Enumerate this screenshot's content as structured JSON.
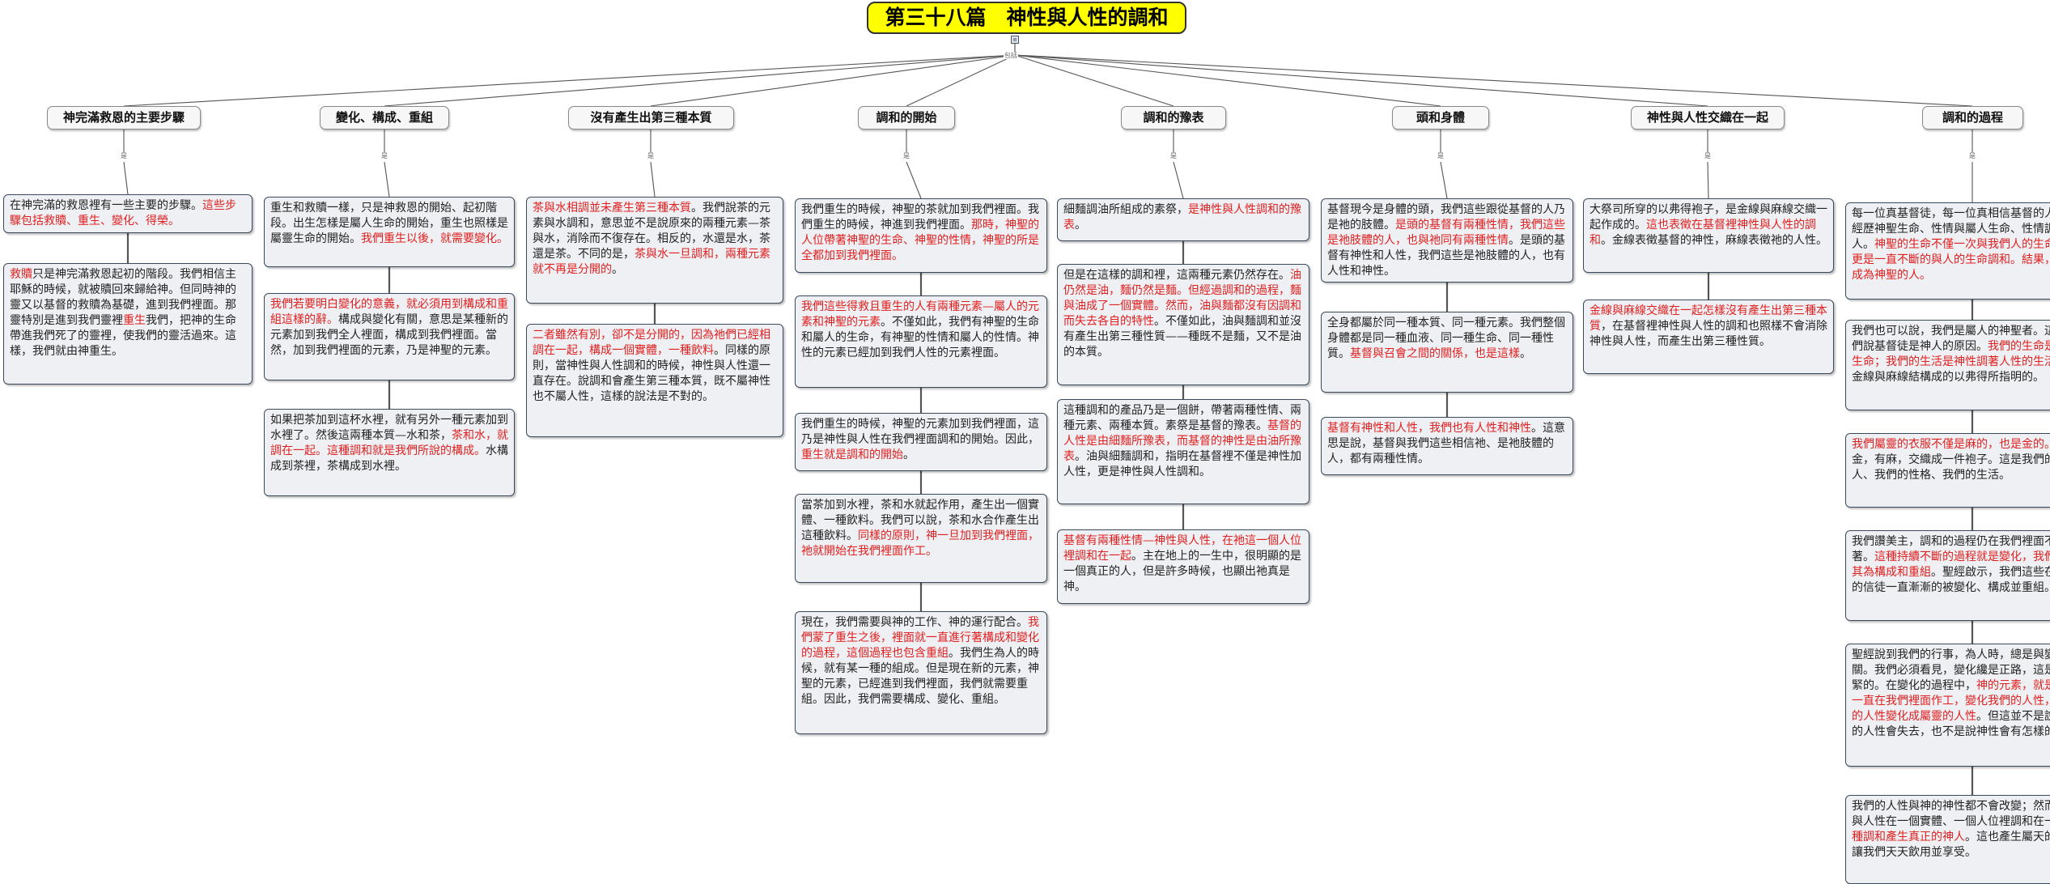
{
  "title": "第三十八篇　神性與人性的調和",
  "root_link_label": "包括",
  "child_link_label": "是",
  "branches": [
    {
      "label": "神完滿救恩的主要步驟",
      "notes": [
        [
          {
            "t": "在神完滿的救恩裡有一些主要的步驟。"
          },
          {
            "t": "這些步驟包括救贖、重生、變化、得榮。",
            "r": true
          }
        ],
        [
          {
            "t": "救贖",
            "r": true
          },
          {
            "t": "只是神完滿救恩起初的階段。我們相信主耶穌的時候，就被贖回來歸給神。但同時神的靈又以基督的救贖為基礎，進到我們裡面。那靈特別是進到我們靈裡"
          },
          {
            "t": "重生",
            "r": true
          },
          {
            "t": "我們，把神的生命帶進我們死了的靈裡，使我們的靈活過來。這樣，我們就由神重生。"
          }
        ]
      ]
    },
    {
      "label": "變化、構成、重組",
      "notes": [
        [
          {
            "t": "重生和救贖一樣，只是神救恩的開始、起初階段。出生怎樣是屬人生命的開始，重生也照樣是屬靈生命的開始。"
          },
          {
            "t": "我們重生以後，就需要變化。",
            "r": true
          }
        ],
        [
          {
            "t": "我們若要明白變化的意義，就必須用到構成和重組這樣的辭。",
            "r": true
          },
          {
            "t": "構成與變化有關，意思是某種新的元素加到我們全人裡面，構成到我們裡面。當然，加到我們裡面的元素，乃是神聖的元素。"
          }
        ],
        [
          {
            "t": "如果把茶加到這杯水裡，就有另外一種元素加到水裡了。然後這兩種本質—水和茶，"
          },
          {
            "t": "茶和水，就調在一起。這種調和就是我們所說的構成。",
            "r": true
          },
          {
            "t": "水構成到茶裡，茶構成到水裡。"
          }
        ]
      ]
    },
    {
      "label": "沒有產生出第三種本質",
      "notes": [
        [
          {
            "t": "茶與水相調並未產生第三種本質",
            "r": true
          },
          {
            "t": "。我們說茶的元素與水調和，意思並不是說原來的兩種元素—茶與水，消除而不復存在。相反的，水還是水，茶還是茶。不同的是，"
          },
          {
            "t": "茶與水一旦調和，兩種元素就不再是分開的",
            "r": true
          },
          {
            "t": "。"
          }
        ],
        [
          {
            "t": "二者雖然有別，卻不是分開的，因為祂們已經相調在一起，構成一個實體，一種飲料",
            "r": true
          },
          {
            "t": "。同樣的原則，當神性與人性調和的時候，神性與人性還一直存在。說調和會產生第三種本質，既不屬神性也不屬人性，這樣的說法是不對的。"
          }
        ]
      ]
    },
    {
      "label": "調和的開始",
      "notes": [
        [
          {
            "t": "我們重生的時候，神聖的茶就加到我們裡面。我們重生的時候，神進到我們裡面。"
          },
          {
            "t": "那時，神聖的人位帶著神聖的生命、神聖的性情，神聖的所是全都加到我們裡面。",
            "r": true
          }
        ],
        [
          {
            "t": "我們這些得救且重生的人有兩種元素—屬人的元素和神聖的元素",
            "r": true
          },
          {
            "t": "。不僅如此，我們有神聖的生命和屬人的生命，有神聖的性情和屬人的性情。神性的元素已經加到我們人性的元素裡面。"
          }
        ],
        [
          {
            "t": "我們重生的時候，神聖的元素加到我們裡面，這乃是神性與人性在我們裡面調和的開始。因此，"
          },
          {
            "t": "重生就是調和的開始",
            "r": true
          },
          {
            "t": "。"
          }
        ],
        [
          {
            "t": "當茶加到水裡，茶和水就起作用，產生出一個實體、一種飲料。我們可以說，茶和水合作產生出這種飲料。"
          },
          {
            "t": "同樣的原則，神一旦加到我們裡面，祂就開始在我們裡面作工。",
            "r": true
          }
        ],
        [
          {
            "t": "現在，我們需要與神的工作、神的運行配合。"
          },
          {
            "t": "我們蒙了重生之後，裡面就一直進行著構成和變化的過程，這個過程也包含重組",
            "r": true
          },
          {
            "t": "。我們生為人的時候，就有某一種的組成。但是現在新的元素，神聖的元素，已經進到我們裡面，我們就需要重組。因此，我們需要構成、變化、重組。"
          }
        ]
      ]
    },
    {
      "label": "調和的豫表",
      "notes": [
        [
          {
            "t": "細麵調油所組成的素祭，"
          },
          {
            "t": "是神性與人性調和的豫表",
            "r": true
          },
          {
            "t": "。"
          }
        ],
        [
          {
            "t": "但是在這樣的調和裡，這兩種元素仍然存在。"
          },
          {
            "t": "油仍然是油，麵仍然是麵。但經過調和的過程，麵與油成了一個實體。然而，油與麵都沒有因調和而失去各自的特性",
            "r": true
          },
          {
            "t": "。不僅如此，油與麵調和並沒有產生出第三種性質——種既不是麵，又不是油的本質。"
          }
        ],
        [
          {
            "t": "這種調和的產品乃是一個餅，帶著兩種性情、兩種元素、兩種本質。素祭是基督的豫表。"
          },
          {
            "t": "基督的人性是由細麵所豫表，而基督的神性是由油所豫表",
            "r": true
          },
          {
            "t": "。油與細麵調和，指明在基督裡不僅是神性加人性，更是神性與人性調和。"
          }
        ],
        [
          {
            "t": "基督有兩種性情—神性與人性，在祂這一個人位裡調和在一起",
            "r": true
          },
          {
            "t": "。主在地上的一生中，很明顯的是一個真正的人，但是許多時候，也顯出祂真是神。"
          }
        ]
      ]
    },
    {
      "label": "頭和身體",
      "notes": [
        [
          {
            "t": "基督現今是身體的頭，我們這些跟從基督的人乃是祂的肢體。"
          },
          {
            "t": "是頭的基督有兩種性情，我們這些是祂肢體的人，也與祂同有兩種性情",
            "r": true
          },
          {
            "t": "。是頭的基督有神性和人性，我們這些是祂肢體的人，也有人性和神性。"
          }
        ],
        [
          {
            "t": "全身都屬於同一種本質、同一種元素。我們整個身體都是同一種血液、同一種生命、同一種性質。"
          },
          {
            "t": "基督與召會之間的關係，也是這樣",
            "r": true
          },
          {
            "t": "。"
          }
        ],
        [
          {
            "t": "基督有神性和人性，我們也有人性和神性",
            "r": true
          },
          {
            "t": "。這意思是說，基督與我們這些相信祂、是祂肢體的人，都有兩種性情。"
          }
        ]
      ]
    },
    {
      "label": "神性與人性交織在一起",
      "notes": [
        [
          {
            "t": "大祭司所穿的以弗得袍子，是金線與麻線交織一起作成的。"
          },
          {
            "t": "這也表徵在基督裡神性與人性的調和",
            "r": true
          },
          {
            "t": "。金線表徵基督的神性，麻線表徵祂的人性。"
          }
        ],
        [
          {
            "t": "金線與麻線交織在一起怎樣沒有產生出第三種本質",
            "r": true
          },
          {
            "t": "，在基督裡神性與人性的調和也照樣不會消除神性與人性，而產生出第三種性質。"
          }
        ]
      ]
    },
    {
      "label": "調和的過程",
      "notes": [
        [
          {
            "t": "每一位真基督徒，每一位真相信基督的人，都是經歷神聖生命、性情與屬人生命、性情調和的人。"
          },
          {
            "t": "神聖的生命不僅一次與我們人的生命調和，更是一直不斷的與人的生命調和。結果，我們就成為神聖的人。",
            "r": true
          }
        ],
        [
          {
            "t": "我們也可以說，我們是屬人的神聖者。這就是我們說基督徒是神人的原因。"
          },
          {
            "t": "我們的生命是神人的生命；我們的生活是神性調著人性的生活",
            "r": true
          },
          {
            "t": "，就如金線與麻線結構成的以弗得所指明的。"
          }
        ],
        [
          {
            "t": "我們屬靈的衣服不僅是麻的，也是金的。",
            "r": true
          },
          {
            "t": "我們有金，有麻，交織成一件袍子。這是我們的行事為人、我們的性格、我們的生活。"
          }
        ],
        [
          {
            "t": "我們讚美主，調和的過程仍在我們裡面不斷進行著。"
          },
          {
            "t": "這種持續不斷的過程就是變化，我們可以稱其為構成和重組",
            "r": true
          },
          {
            "t": "。聖經啟示，我們這些在基督裡的信徒一直漸漸的被變化、構成並重組。"
          }
        ],
        [
          {
            "t": "聖經說到我們的行事，為人時，總是與變化有關。我們必須看見，變化纔是正路，這是非常要緊的。在變化的過程中，"
          },
          {
            "t": "神的元素，就是神性，一直在我們裡面作工，變化我們的人性，使天然的人性變化成屬靈的人性",
            "r": true
          },
          {
            "t": "。但這並不是說，我們的人性會失去，也不是說神性會有怎樣的改變。"
          }
        ],
        [
          {
            "t": "我們的人性與神的神性都不會改變；然而，神性與人性在一個實體、一個人位裡調和在一起。"
          },
          {
            "t": "這種調和產生真正的神人",
            "r": true
          },
          {
            "t": "。這也產生屬天的茶水，讓我們天天飲用並享受。"
          }
        ]
      ]
    }
  ]
}
